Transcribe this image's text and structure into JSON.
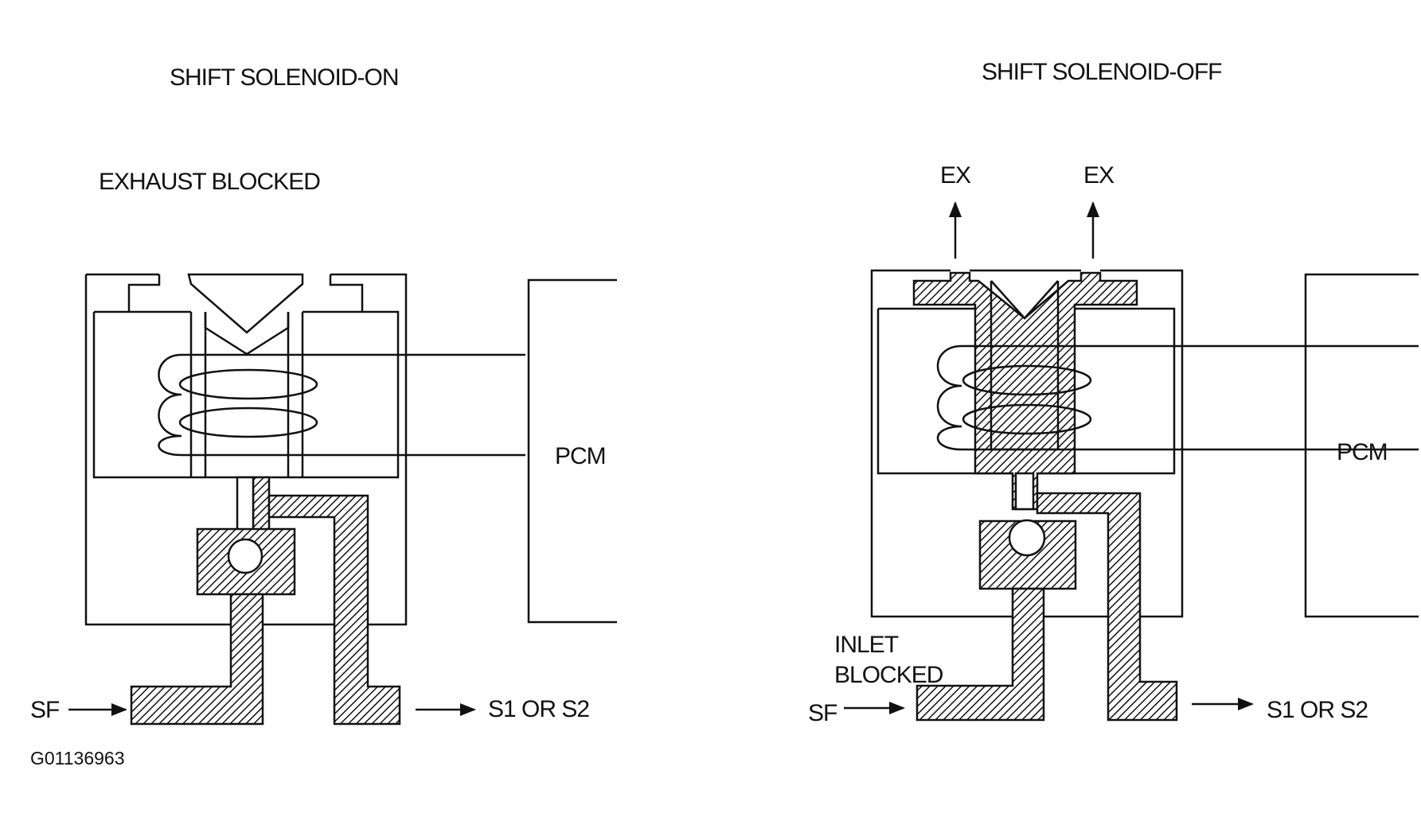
{
  "left_panel": {
    "title": "SHIFT SOLENOID-ON",
    "state_label": "EXHAUST BLOCKED",
    "pcm_label": "PCM",
    "supply_label": "SF",
    "output_label": "S1 OR S2"
  },
  "right_panel": {
    "title": "SHIFT SOLENOID-OFF",
    "exhaust_label_1": "EX",
    "exhaust_label_2": "EX",
    "state_label_line1": "INLET",
    "state_label_line2": "BLOCKED",
    "pcm_label": "PCM",
    "supply_label": "SF",
    "output_label": "S1 OR S2"
  },
  "figure_id": "G01136963"
}
